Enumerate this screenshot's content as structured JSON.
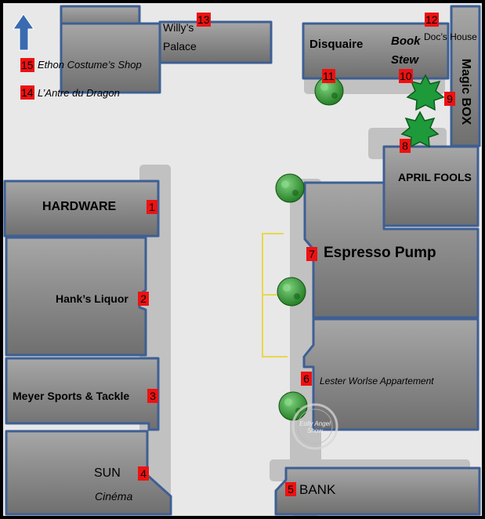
{
  "landmarks": [
    {
      "num": "1",
      "name": "HARDWARE"
    },
    {
      "num": "2",
      "name": "Hank’s Liquor"
    },
    {
      "num": "3",
      "name": "Meyer Sports & Tackle"
    },
    {
      "num": "4",
      "name": "SUN",
      "name2": "Cinéma"
    },
    {
      "num": "5",
      "name": "BANK"
    },
    {
      "num": "6",
      "name": "Lester Worlse Appartement"
    },
    {
      "num": "7",
      "name": "Espresso Pump"
    },
    {
      "num": "8",
      "name": "APRIL FOOLS"
    },
    {
      "num": "9",
      "name": "Magic BOX"
    },
    {
      "num": "10",
      "name": "Book",
      "name2": "Stew"
    },
    {
      "num": "11",
      "name": "Disquaire"
    },
    {
      "num": "12",
      "name": "Doc’s House"
    },
    {
      "num": "13",
      "name": "Willy’s",
      "name2": "Palace"
    },
    {
      "num": "14",
      "name": "L’Antre du Dragon"
    },
    {
      "num": "15",
      "name": "Ethon Costume’s Shop"
    }
  ],
  "watermark": "Eolly Angel Show",
  "colors": {
    "background": "#000000",
    "ground": "#e8e8e8",
    "sidewalk": "#c0c0c0",
    "building": "#8c8c8c",
    "building_border": "#3e5f93",
    "number_badge": "#ee1111",
    "tree": "#2e9d2e",
    "north_arrow": "#3a6bb0"
  },
  "icons": [
    "north-arrow-icon",
    "tree-icon",
    "star-bush-icon"
  ]
}
